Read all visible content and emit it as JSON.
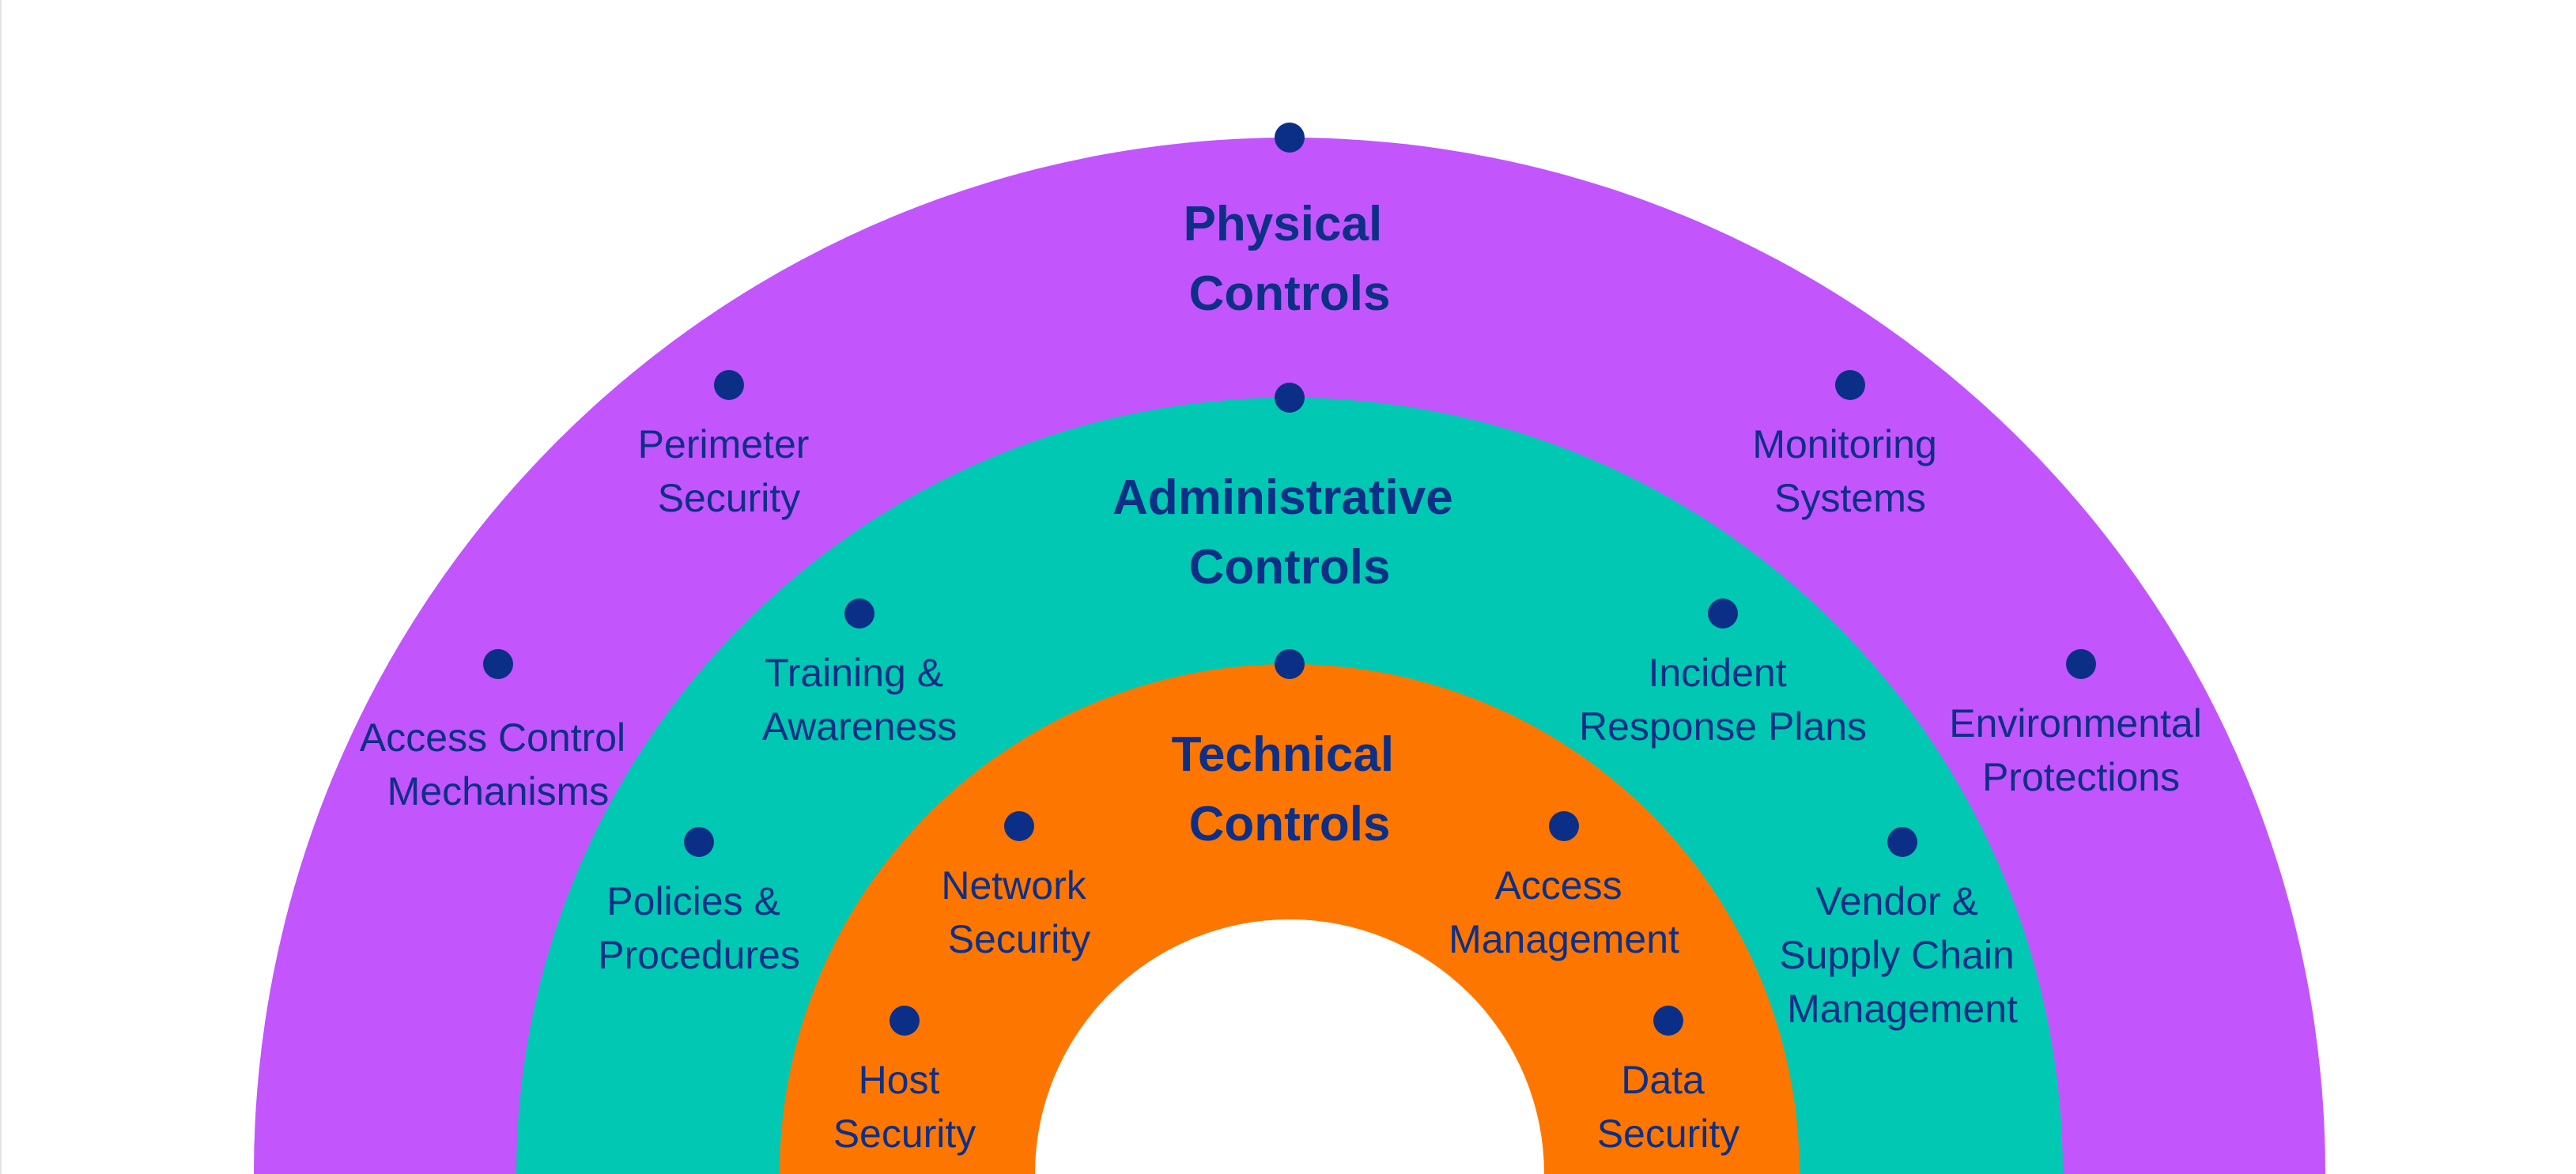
{
  "diagram": {
    "colors": {
      "outer_ring": "#c255fc",
      "middle_ring": "#00c8b3",
      "inner_ring": "#fd7700",
      "marker": "#0b2f86",
      "text": "#0e2f86",
      "background": "#ffffff"
    },
    "layers": [
      {
        "id": "physical",
        "title_lines": [
          "Physical",
          "Controls"
        ],
        "items": [
          {
            "lines": [
              "Perimeter",
              "Security"
            ]
          },
          {
            "lines": [
              "Monitoring",
              "Systems"
            ]
          },
          {
            "lines": [
              "Access Control",
              "Mechanisms"
            ]
          },
          {
            "lines": [
              "Environmental",
              "Protections"
            ]
          }
        ]
      },
      {
        "id": "administrative",
        "title_lines": [
          "Administrative",
          "Controls"
        ],
        "items": [
          {
            "lines": [
              "Training &",
              "Awareness"
            ]
          },
          {
            "lines": [
              "Incident",
              "Response Plans"
            ]
          },
          {
            "lines": [
              "Policies &",
              "Procedures"
            ]
          },
          {
            "lines": [
              "Vendor &",
              "Supply Chain",
              "Management"
            ]
          }
        ]
      },
      {
        "id": "technical",
        "title_lines": [
          "Technical",
          "Controls"
        ],
        "items": [
          {
            "lines": [
              "Network",
              "Security"
            ]
          },
          {
            "lines": [
              "Access",
              "Management"
            ]
          },
          {
            "lines": [
              "Host",
              "Security"
            ]
          },
          {
            "lines": [
              "Data",
              "Security"
            ]
          }
        ]
      }
    ]
  }
}
